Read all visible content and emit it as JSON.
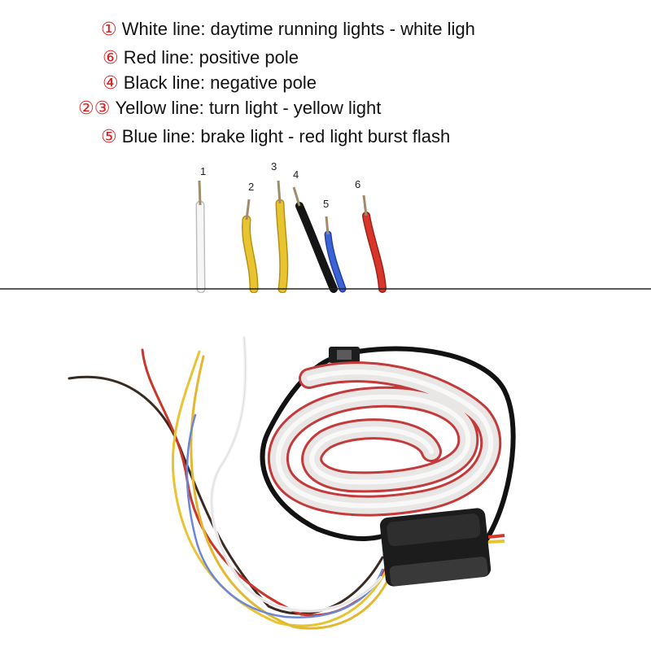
{
  "legend": [
    {
      "num": "①",
      "text": "White line: daytime running lights - white ligh"
    },
    {
      "num": "⑥",
      "text": "Red line: positive pole"
    },
    {
      "num": "④",
      "text": "Black line: negative pole"
    },
    {
      "num": "②③",
      "text": "Yellow line: turn light - yellow light"
    },
    {
      "num": "⑤",
      "text": "Blue line: brake light - red light burst flash"
    }
  ],
  "wire_labels": [
    "1",
    "2",
    "3",
    "4",
    "5",
    "6"
  ],
  "colors": {
    "number_accent": "#e02020",
    "white_wire": "#f4f4f4",
    "yellow_wire": "#e8c431",
    "black_wire": "#151515",
    "blue_wire": "#3b63d6",
    "red_wire": "#d9362b",
    "strip_body": "#e9e6e6",
    "strip_led": "#c43a3a",
    "control_box": "#1c1c1c"
  }
}
